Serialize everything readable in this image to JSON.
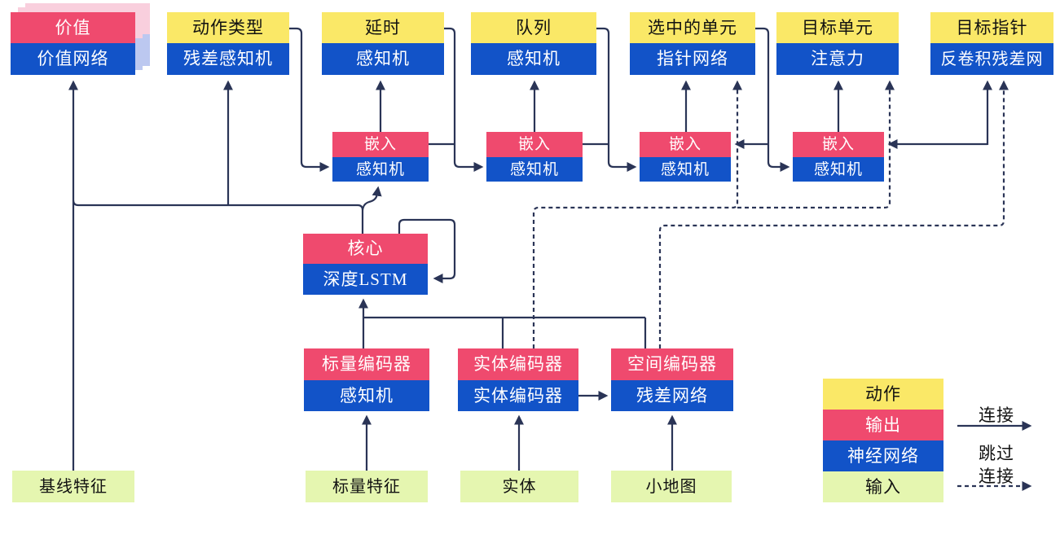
{
  "title": "agent-architecture-diagram",
  "colors": {
    "action_yellow": "#fae867",
    "output_red": "#ef4a6e",
    "network_blue": "#1253c8",
    "input_green": "#e5f6b0",
    "edge_navy": "#2a3456",
    "value_shadow_pink": "#f9cfdd",
    "value_shadow_blue": "#bcc8f0"
  },
  "nodes": {
    "value": {
      "header": "价值",
      "body": "价值网络"
    },
    "action_type": {
      "header": "动作类型",
      "body": "残差感知机"
    },
    "delay": {
      "header": "延时",
      "body": "感知机"
    },
    "queued": {
      "header": "队列",
      "body": "感知机"
    },
    "selected_units": {
      "header": "选中的单元",
      "body": "指针网络"
    },
    "target_unit": {
      "header": "目标单元",
      "body": "注意力"
    },
    "target_point": {
      "header": "目标指针",
      "body": "反卷积残差网"
    },
    "embed1": {
      "header": "嵌入",
      "body": "感知机"
    },
    "embed2": {
      "header": "嵌入",
      "body": "感知机"
    },
    "embed3": {
      "header": "嵌入",
      "body": "感知机"
    },
    "embed4": {
      "header": "嵌入",
      "body": "感知机"
    },
    "core": {
      "header": "核心",
      "body": "深度LSTM"
    },
    "scalar_encoder": {
      "header": "标量编码器",
      "body": "感知机"
    },
    "entity_encoder": {
      "header": "实体编码器",
      "body": "实体编码器"
    },
    "spatial_encoder": {
      "header": "空间编码器",
      "body": "残差网络"
    }
  },
  "inputs": {
    "baseline_features": "基线特征",
    "scalar_features": "标量特征",
    "entity": "实体",
    "minimap": "小地图"
  },
  "legend": {
    "action": "动作",
    "output": "输出",
    "network": "神经网络",
    "input": "输入",
    "connection": "连接",
    "skip_line1": "跳过",
    "skip_line2": "连接"
  }
}
